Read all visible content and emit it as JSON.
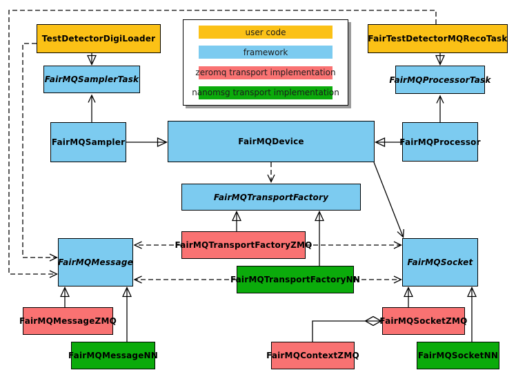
{
  "legend": {
    "items": [
      {
        "label": "user code",
        "color": "#FBC116"
      },
      {
        "label": "framework",
        "color": "#7CCBF0"
      },
      {
        "label": "zeromq transport implementation",
        "color": "#F97272"
      },
      {
        "label": "nanomsg transport implementation",
        "color": "#0BAB0B"
      }
    ]
  },
  "nodes": {
    "TestDetectorDigiLoader": {
      "label": "TestDetectorDigiLoader",
      "category": "user code",
      "abstract": false
    },
    "FairTestDetectorMQRecoTask": {
      "label": "FairTestDetectorMQRecoTask",
      "category": "user code",
      "abstract": false
    },
    "FairMQSamplerTask": {
      "label": "FairMQSamplerTask",
      "category": "framework",
      "abstract": true
    },
    "FairMQProcessorTask": {
      "label": "FairMQProcessorTask",
      "category": "framework",
      "abstract": true
    },
    "FairMQSampler": {
      "label": "FairMQSampler",
      "category": "framework",
      "abstract": false
    },
    "FairMQDevice": {
      "label": "FairMQDevice",
      "category": "framework",
      "abstract": false
    },
    "FairMQProcessor": {
      "label": "FairMQProcessor",
      "category": "framework",
      "abstract": false
    },
    "FairMQTransportFactory": {
      "label": "FairMQTransportFactory",
      "category": "framework",
      "abstract": true
    },
    "FairMQTransportFactoryZMQ": {
      "label": "FairMQTransportFactoryZMQ",
      "category": "zeromq",
      "abstract": false
    },
    "FairMQTransportFactoryNN": {
      "label": "FairMQTransportFactoryNN",
      "category": "nanomsg",
      "abstract": false
    },
    "FairMQMessage": {
      "label": "FairMQMessage",
      "category": "framework",
      "abstract": true
    },
    "FairMQSocket": {
      "label": "FairMQSocket",
      "category": "framework",
      "abstract": true
    },
    "FairMQMessageZMQ": {
      "label": "FairMQMessageZMQ",
      "category": "zeromq",
      "abstract": false
    },
    "FairMQMessageNN": {
      "label": "FairMQMessageNN",
      "category": "nanomsg",
      "abstract": false
    },
    "FairMQContextZMQ": {
      "label": "FairMQContextZMQ",
      "category": "zeromq",
      "abstract": false
    },
    "FairMQSocketZMQ": {
      "label": "FairMQSocketZMQ",
      "category": "zeromq",
      "abstract": false
    },
    "FairMQSocketNN": {
      "label": "FairMQSocketNN",
      "category": "nanomsg",
      "abstract": false
    }
  },
  "edges": [
    {
      "from": "TestDetectorDigiLoader",
      "to": "FairMQSamplerTask",
      "type": "inheritance"
    },
    {
      "from": "FairTestDetectorMQRecoTask",
      "to": "FairMQProcessorTask",
      "type": "inheritance"
    },
    {
      "from": "FairMQSampler",
      "to": "FairMQSamplerTask",
      "type": "association"
    },
    {
      "from": "FairMQProcessor",
      "to": "FairMQProcessorTask",
      "type": "association"
    },
    {
      "from": "FairMQSampler",
      "to": "FairMQDevice",
      "type": "inheritance"
    },
    {
      "from": "FairMQProcessor",
      "to": "FairMQDevice",
      "type": "inheritance"
    },
    {
      "from": "FairMQDevice",
      "to": "FairMQTransportFactory",
      "type": "dependency"
    },
    {
      "from": "FairMQDevice",
      "to": "FairMQSocket",
      "type": "association"
    },
    {
      "from": "FairMQTransportFactoryZMQ",
      "to": "FairMQTransportFactory",
      "type": "inheritance"
    },
    {
      "from": "FairMQTransportFactoryNN",
      "to": "FairMQTransportFactory",
      "type": "inheritance"
    },
    {
      "from": "FairMQTransportFactoryZMQ",
      "to": "FairMQMessage",
      "type": "dependency"
    },
    {
      "from": "FairMQTransportFactoryZMQ",
      "to": "FairMQSocket",
      "type": "dependency"
    },
    {
      "from": "FairMQTransportFactoryNN",
      "to": "FairMQMessage",
      "type": "dependency"
    },
    {
      "from": "FairMQTransportFactoryNN",
      "to": "FairMQSocket",
      "type": "dependency"
    },
    {
      "from": "TestDetectorDigiLoader",
      "to": "FairMQMessage",
      "type": "dependency"
    },
    {
      "from": "FairTestDetectorMQRecoTask",
      "to": "FairMQMessage",
      "type": "dependency"
    },
    {
      "from": "FairMQMessageZMQ",
      "to": "FairMQMessage",
      "type": "inheritance"
    },
    {
      "from": "FairMQMessageNN",
      "to": "FairMQMessage",
      "type": "inheritance"
    },
    {
      "from": "FairMQSocketZMQ",
      "to": "FairMQSocket",
      "type": "inheritance"
    },
    {
      "from": "FairMQSocketNN",
      "to": "FairMQSocket",
      "type": "inheritance"
    },
    {
      "from": "FairMQSocketZMQ",
      "to": "FairMQContextZMQ",
      "type": "composition"
    }
  ],
  "colors": {
    "user_code": "#FBC116",
    "framework": "#7CCBF0",
    "zeromq": "#F97272",
    "nanomsg": "#0BAB0B",
    "line": "#000000",
    "background": "#ffffff"
  }
}
